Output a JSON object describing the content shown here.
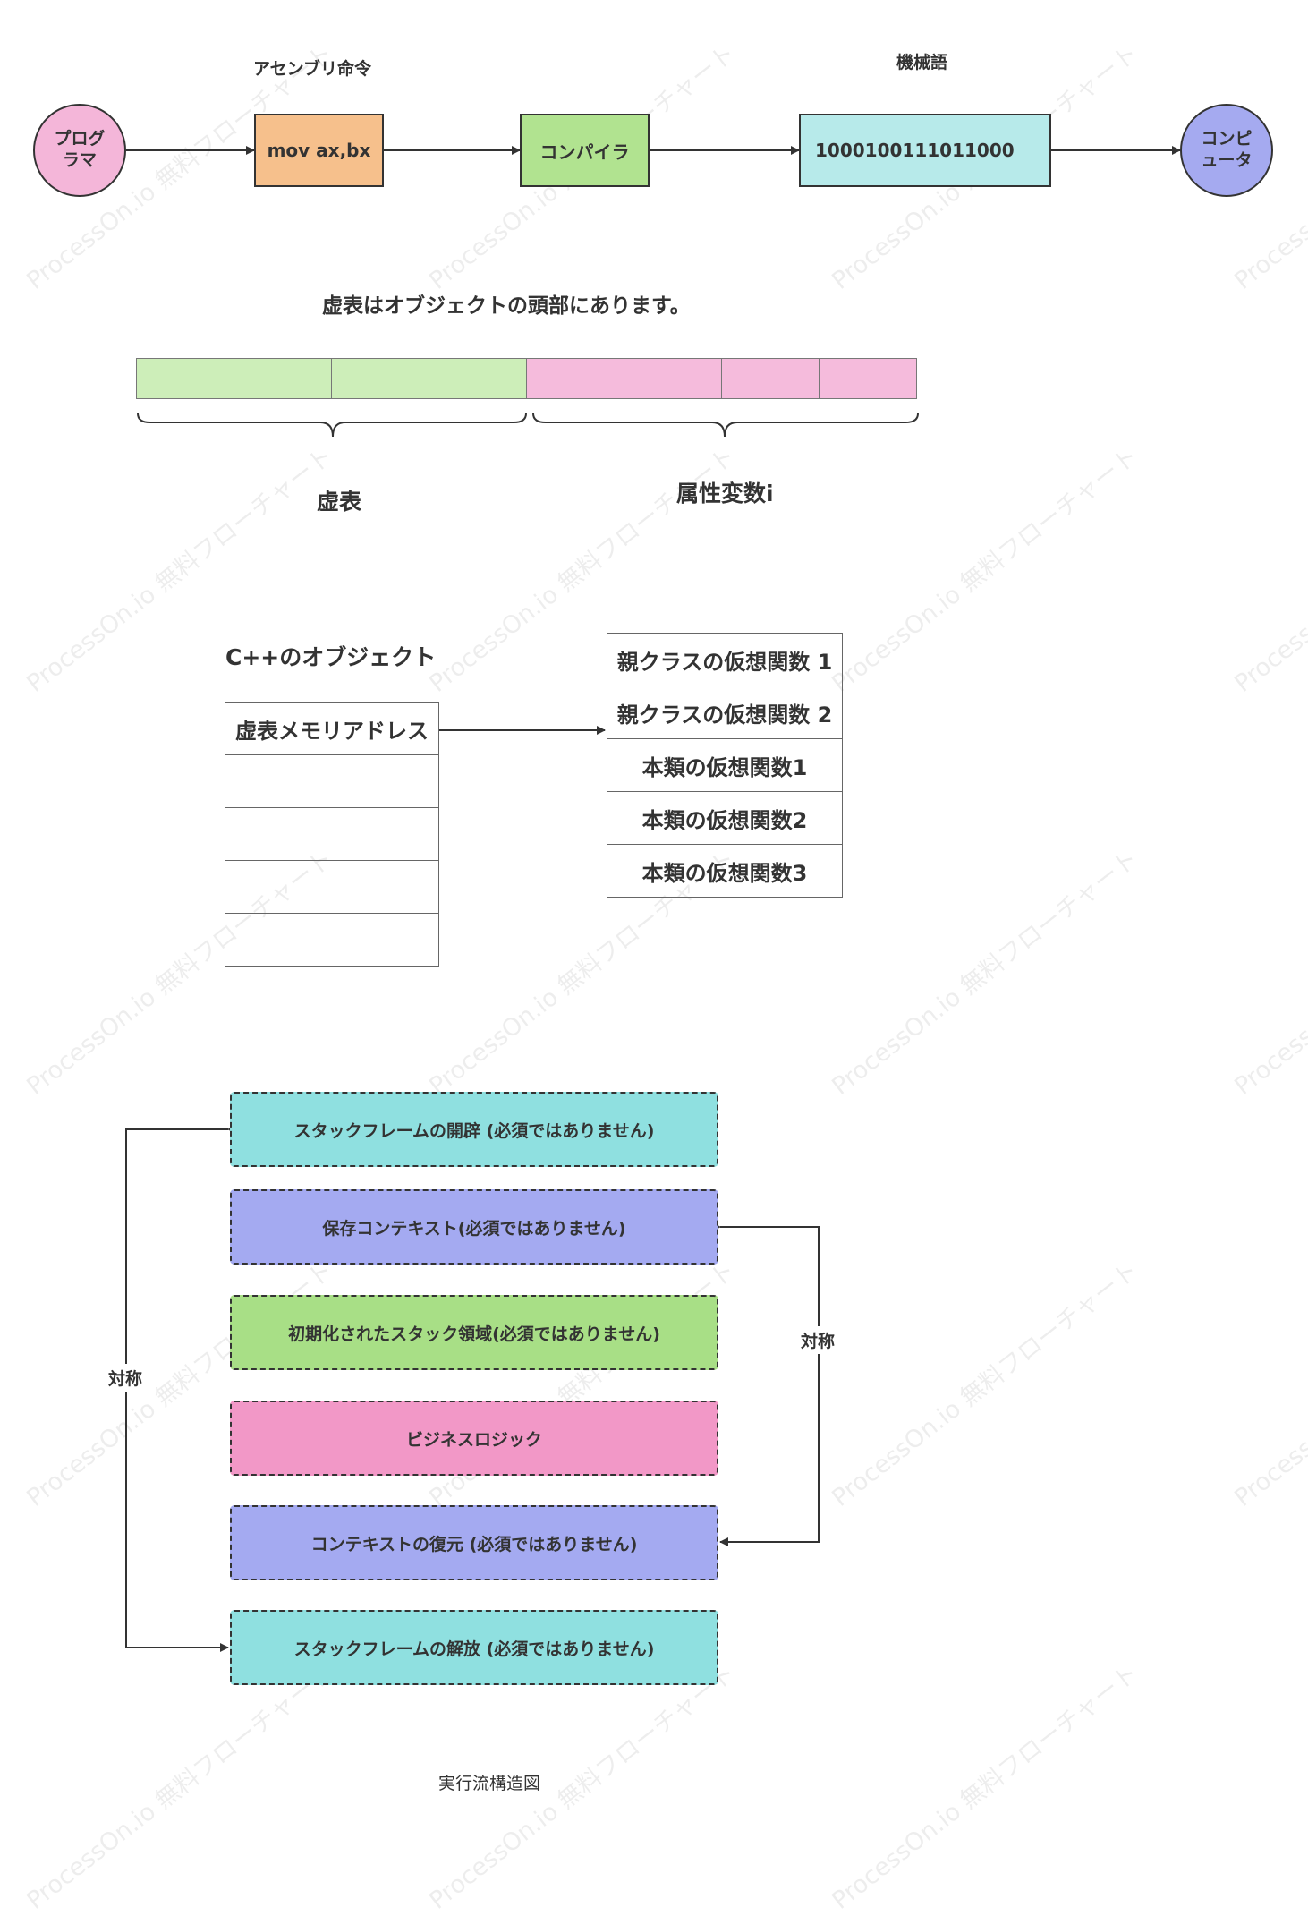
{
  "watermark": "ProcessOn.io 無料フローチャート",
  "compile_flow": {
    "program": "プログ\nラマ",
    "assembly_label": "アセンブリ命令",
    "assembly_code": "mov ax,bx",
    "compiler": "コンパイラ",
    "machine_label": "機械語",
    "machine_code": "1000100111011000",
    "computer": "コンピ\nュータ"
  },
  "memory_layout": {
    "title": "虚表はオブジェクトの頭部にあります。",
    "vtable_label": "虚表",
    "attr_label": "属性変数i",
    "vtable_cells": 4,
    "attr_cells": 4
  },
  "cpp_object": {
    "title": "C++のオブジェクト",
    "object_rows": [
      "虚表メモリアドレス",
      "",
      "",
      "",
      ""
    ],
    "vtable_rows": [
      "親クラスの仮想関数 1",
      "親クラスの仮想関数 2",
      "本類の仮想関数1",
      "本類の仮想関数2",
      "本類の仮想関数3"
    ]
  },
  "execution_flow": {
    "frames": [
      "スタックフレームの開辟 (必須ではありません)",
      "保存コンテキスト(必須ではありません)",
      "初期化されたスタック領域(必須ではありません)",
      "ビジネスロジック",
      "コンテキストの復元 (必須ではありません)",
      "スタックフレームの解放 (必須ではありません)"
    ],
    "symmetric_outer": "対称",
    "symmetric_inner": "対称",
    "caption": "実行流構造図"
  },
  "colors": {
    "program_circle": "#f4b6d9",
    "assembly_box": "#f6c08c",
    "compiler_box": "#b1e390",
    "machine_box": "#b7eaea",
    "computer_circle": "#a5aaf0",
    "vtable_cells": "#cdeeb9",
    "attr_cells": "#f5bbdc",
    "frame_cyan": "#8fe0e0",
    "frame_blue": "#a4aaf1",
    "frame_green": "#a8df86",
    "frame_pink": "#f298c7",
    "line": "#333333"
  }
}
